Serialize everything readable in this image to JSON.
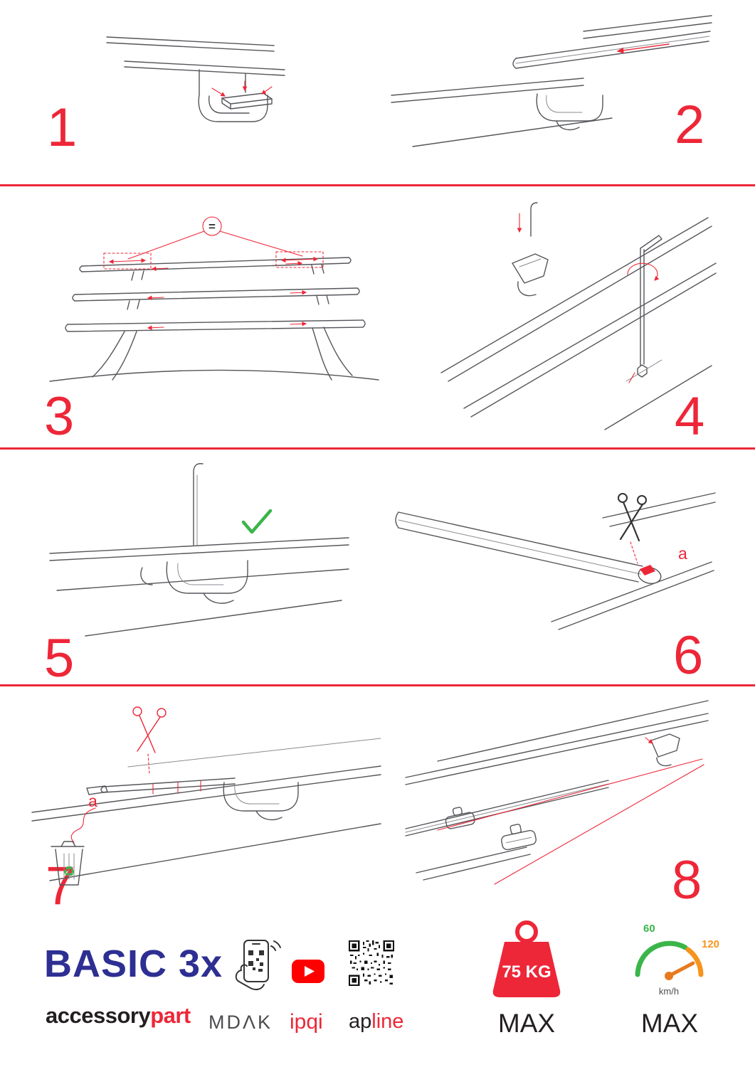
{
  "steps": [
    {
      "number": "1"
    },
    {
      "number": "2"
    },
    {
      "number": "3",
      "annotation": "="
    },
    {
      "number": "4"
    },
    {
      "number": "5"
    },
    {
      "number": "6",
      "annotation": "a"
    },
    {
      "number": "7",
      "annotation": "a"
    },
    {
      "number": "8"
    }
  ],
  "icons": {
    "recycle": "♻"
  },
  "footer": {
    "product_name": "BASIC 3x",
    "brand_black": "accessory",
    "brand_red": "part",
    "mdak_logo": "MDΛK",
    "ipqi_logo": "ipqi",
    "apline_black": "ap",
    "apline_red": "line",
    "weight_value": "75 KG",
    "weight_max": "MAX",
    "speed_low": "60",
    "speed_high": "120",
    "speed_unit": "km/h",
    "speed_max": "MAX"
  },
  "colors": {
    "accent_red": "#ed2738",
    "brand_blue": "#2d2f92",
    "drawing_gray": "#55565a",
    "green": "#3bb54a",
    "orange": "#f7941d",
    "youtube_red": "#ff0000"
  }
}
